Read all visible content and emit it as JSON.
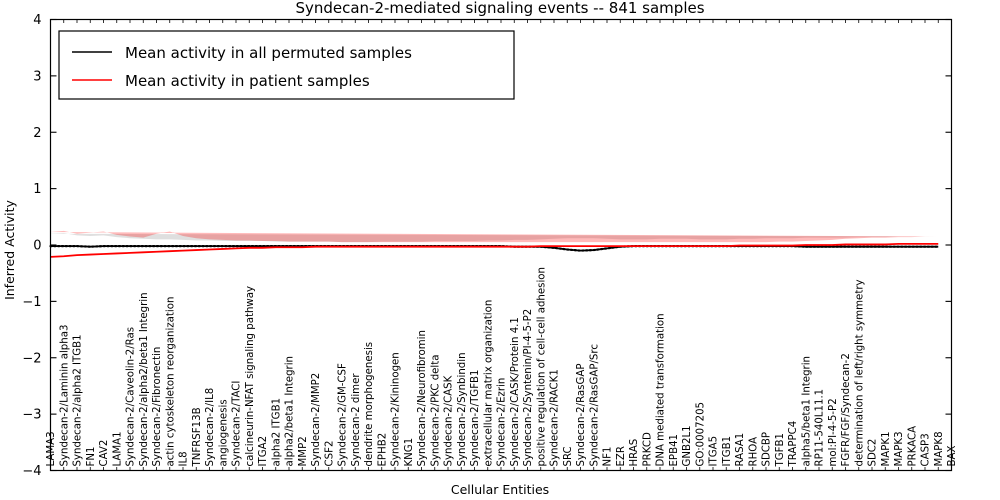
{
  "chart_data": {
    "type": "line",
    "title": "Syndecan-2-mediated signaling events -- 841 samples",
    "xlabel": "Cellular Entities",
    "ylabel": "Inferred Activity",
    "ylim": [
      -4,
      4
    ],
    "yticks": [
      -4,
      -3,
      -2,
      -1,
      0,
      1,
      2,
      3,
      4
    ],
    "grid": false,
    "legend_position": "upper left",
    "legend": [
      {
        "name": "Mean activity in all permuted samples",
        "color": "#000000"
      },
      {
        "name": "Mean activity in patient samples",
        "color": "#ff0000"
      }
    ],
    "sample_count": 841,
    "categories": [
      "LAMA3",
      "Syndecan-2/Laminin alpha3",
      "Syndecan-2/alpha2 ITGB1",
      "FN1",
      "CAV2",
      "LAMA1",
      "Syndecan-2/Caveolin-2/Ras",
      "Syndecan-2/alpha2/beta1 Integrin",
      "Syndecan-2/Fibronectin",
      "actin cytoskeleton reorganization",
      "IL8",
      "TNFRSF13B",
      "Syndecan-2/IL8",
      "angiogenesis",
      "Syndecan-2/TACI",
      "calcineurin-NFAT signaling pathway",
      "ITGA2",
      "alpha2 ITGB1",
      "alpha2/beta1 Integrin",
      "MMP2",
      "Syndecan-2/MMP2",
      "CSF2",
      "Syndecan-2/GM-CSF",
      "Syndecan-2 dimer",
      "dendrite morphogenesis",
      "EPHB2",
      "Syndecan-2/Kininogen",
      "KNG1",
      "Syndecan-2/Neurofibromin",
      "Syndecan-2/PKC delta",
      "Syndecan-2/CASK",
      "Syndecan-2/Synbindin",
      "Syndecan-2/TGFB1",
      "extracellular matrix organization",
      "Syndecan-2/Ezrin",
      "Syndecan-2/CASK/Protein 4.1",
      "Syndecan-2/Syntenin/PI-4-5-P2",
      "positive regulation of cell-cell adhesion",
      "Syndecan-2/RACK1",
      "SRC",
      "Syndecan-2/RasGAP",
      "Syndecan-2/RasGAP/Src",
      "NF1",
      "EZR",
      "HRAS",
      "PRKCD",
      "DNA mediated transformation",
      "EPB41",
      "GNB2L1",
      "GO:0007205",
      "ITGA5",
      "ITGB1",
      "RASA1",
      "RHOA",
      "SDCBP",
      "TGFB1",
      "TRAPPC4",
      "alpha5/beta1 Integrin",
      "RP11-540L11.1",
      "mol:PI-4-5-P2",
      "FGFR/FGF/Syndecan-2",
      "determination of left/right symmetry",
      "SDC2",
      "MAPK1",
      "MAPK3",
      "PRKACA",
      "CASP3",
      "MAPK8",
      "BAX"
    ],
    "series": [
      {
        "name": "Mean activity in all permuted samples",
        "color": "#000000",
        "style": "dotted",
        "values": [
          -0.02,
          -0.02,
          -0.02,
          -0.03,
          -0.02,
          -0.02,
          -0.02,
          -0.02,
          -0.02,
          -0.02,
          -0.02,
          -0.02,
          -0.02,
          -0.02,
          -0.02,
          -0.02,
          -0.02,
          -0.02,
          -0.02,
          -0.02,
          -0.02,
          -0.02,
          -0.02,
          -0.02,
          -0.02,
          -0.02,
          -0.02,
          -0.02,
          -0.02,
          -0.02,
          -0.02,
          -0.02,
          -0.02,
          -0.02,
          -0.02,
          -0.03,
          -0.03,
          -0.03,
          -0.05,
          -0.08,
          -0.1,
          -0.09,
          -0.06,
          -0.03,
          -0.02,
          -0.02,
          -0.02,
          -0.02,
          -0.02,
          -0.02,
          -0.02,
          -0.02,
          -0.02,
          -0.02,
          -0.02,
          -0.02,
          -0.02,
          -0.03,
          -0.03,
          -0.03,
          -0.03,
          -0.03,
          -0.03,
          -0.03,
          -0.03,
          -0.03,
          -0.03,
          -0.03
        ],
        "band_upper": [
          0.2,
          0.21,
          0.17,
          0.16,
          0.17,
          0.14,
          0.12,
          0.11,
          0.1,
          0.1,
          0.09,
          0.08,
          0.08,
          0.07,
          0.07,
          0.07,
          0.07,
          0.06,
          0.06,
          0.06,
          0.06,
          0.06,
          0.05,
          0.05,
          0.05,
          0.06,
          0.06,
          0.06,
          0.06,
          0.07,
          0.07,
          0.07,
          0.07,
          0.08,
          0.08,
          0.09,
          0.09,
          0.1,
          0.11,
          0.12,
          0.12,
          0.12,
          0.11,
          0.1,
          0.1,
          0.1,
          0.11,
          0.11,
          0.11,
          0.1,
          0.1,
          0.1,
          0.11,
          0.11,
          0.12,
          0.12,
          0.12,
          0.13,
          0.13,
          0.13,
          0.13,
          0.14,
          0.14,
          0.14,
          0.15,
          0.15,
          0.15,
          0.15
        ],
        "band_lower": [
          -0.24,
          -0.25,
          -0.21,
          -0.21,
          -0.21,
          -0.18,
          -0.16,
          -0.15,
          -0.14,
          -0.14,
          -0.13,
          -0.12,
          -0.12,
          -0.11,
          -0.11,
          -0.11,
          -0.11,
          -0.1,
          -0.1,
          -0.1,
          -0.1,
          -0.1,
          -0.09,
          -0.09,
          -0.09,
          -0.1,
          -0.1,
          -0.1,
          -0.1,
          -0.11,
          -0.11,
          -0.11,
          -0.11,
          -0.12,
          -0.12,
          -0.13,
          -0.13,
          -0.14,
          -0.16,
          -0.19,
          -0.21,
          -0.2,
          -0.17,
          -0.14,
          -0.14,
          -0.14,
          -0.15,
          -0.15,
          -0.15,
          -0.14,
          -0.14,
          -0.14,
          -0.15,
          -0.15,
          -0.16,
          -0.16,
          -0.16,
          -0.17,
          -0.17,
          -0.17,
          -0.17,
          -0.18,
          -0.18,
          -0.18,
          -0.19,
          -0.19,
          -0.19,
          -0.19
        ]
      },
      {
        "name": "Mean activity in patient samples",
        "color": "#ff0000",
        "style": "solid",
        "values": [
          -0.21,
          -0.2,
          -0.18,
          -0.17,
          -0.16,
          -0.15,
          -0.14,
          -0.13,
          -0.12,
          -0.11,
          -0.1,
          -0.09,
          -0.08,
          -0.07,
          -0.06,
          -0.05,
          -0.05,
          -0.04,
          -0.04,
          -0.04,
          -0.03,
          -0.03,
          -0.03,
          -0.03,
          -0.03,
          -0.03,
          -0.03,
          -0.03,
          -0.03,
          -0.03,
          -0.03,
          -0.03,
          -0.03,
          -0.03,
          -0.03,
          -0.03,
          -0.03,
          -0.02,
          -0.02,
          -0.02,
          -0.02,
          -0.02,
          -0.02,
          -0.02,
          -0.02,
          -0.02,
          -0.02,
          -0.02,
          -0.02,
          -0.02,
          -0.02,
          -0.02,
          -0.01,
          -0.01,
          -0.01,
          -0.01,
          -0.01,
          0.0,
          0.0,
          0.0,
          0.01,
          0.01,
          0.01,
          0.01,
          0.02,
          0.02,
          0.02,
          0.02
        ],
        "band_upper": [
          0.23,
          0.25,
          0.2,
          0.22,
          0.24,
          0.18,
          0.15,
          0.13,
          0.2,
          0.24,
          0.16,
          0.12,
          0.1,
          0.09,
          0.08,
          0.08,
          0.07,
          0.07,
          0.06,
          0.06,
          0.06,
          0.06,
          0.05,
          0.05,
          0.05,
          0.05,
          0.05,
          0.05,
          0.05,
          0.05,
          0.05,
          0.05,
          0.05,
          0.05,
          0.05,
          0.05,
          0.05,
          0.05,
          0.05,
          0.05,
          0.05,
          0.05,
          0.05,
          0.05,
          0.05,
          0.05,
          0.05,
          0.05,
          0.05,
          0.05,
          0.05,
          0.05,
          0.05,
          0.05,
          0.05,
          0.06,
          0.06,
          0.07,
          0.08,
          0.09,
          0.11,
          0.12,
          0.13,
          0.13,
          0.14,
          0.14,
          0.15,
          0.15
        ],
        "band_lower": [
          -0.68,
          -0.7,
          -0.6,
          -0.62,
          -0.66,
          -0.55,
          -0.48,
          -0.44,
          -0.56,
          -0.64,
          -0.48,
          -0.38,
          -0.32,
          -0.27,
          -0.23,
          -0.2,
          -0.18,
          -0.16,
          -0.15,
          -0.14,
          -0.13,
          -0.12,
          -0.11,
          -0.11,
          -0.11,
          -0.11,
          -0.11,
          -0.11,
          -0.11,
          -0.11,
          -0.11,
          -0.11,
          -0.11,
          -0.11,
          -0.11,
          -0.11,
          -0.11,
          -0.1,
          -0.1,
          -0.1,
          -0.1,
          -0.1,
          -0.1,
          -0.1,
          -0.1,
          -0.1,
          -0.1,
          -0.1,
          -0.1,
          -0.1,
          -0.1,
          -0.1,
          -0.09,
          -0.09,
          -0.09,
          -0.09,
          -0.09,
          -0.09,
          -0.09,
          -0.09,
          -0.09,
          -0.09,
          -0.09,
          -0.09,
          -0.09,
          -0.1,
          -0.1,
          -0.1
        ]
      }
    ]
  }
}
